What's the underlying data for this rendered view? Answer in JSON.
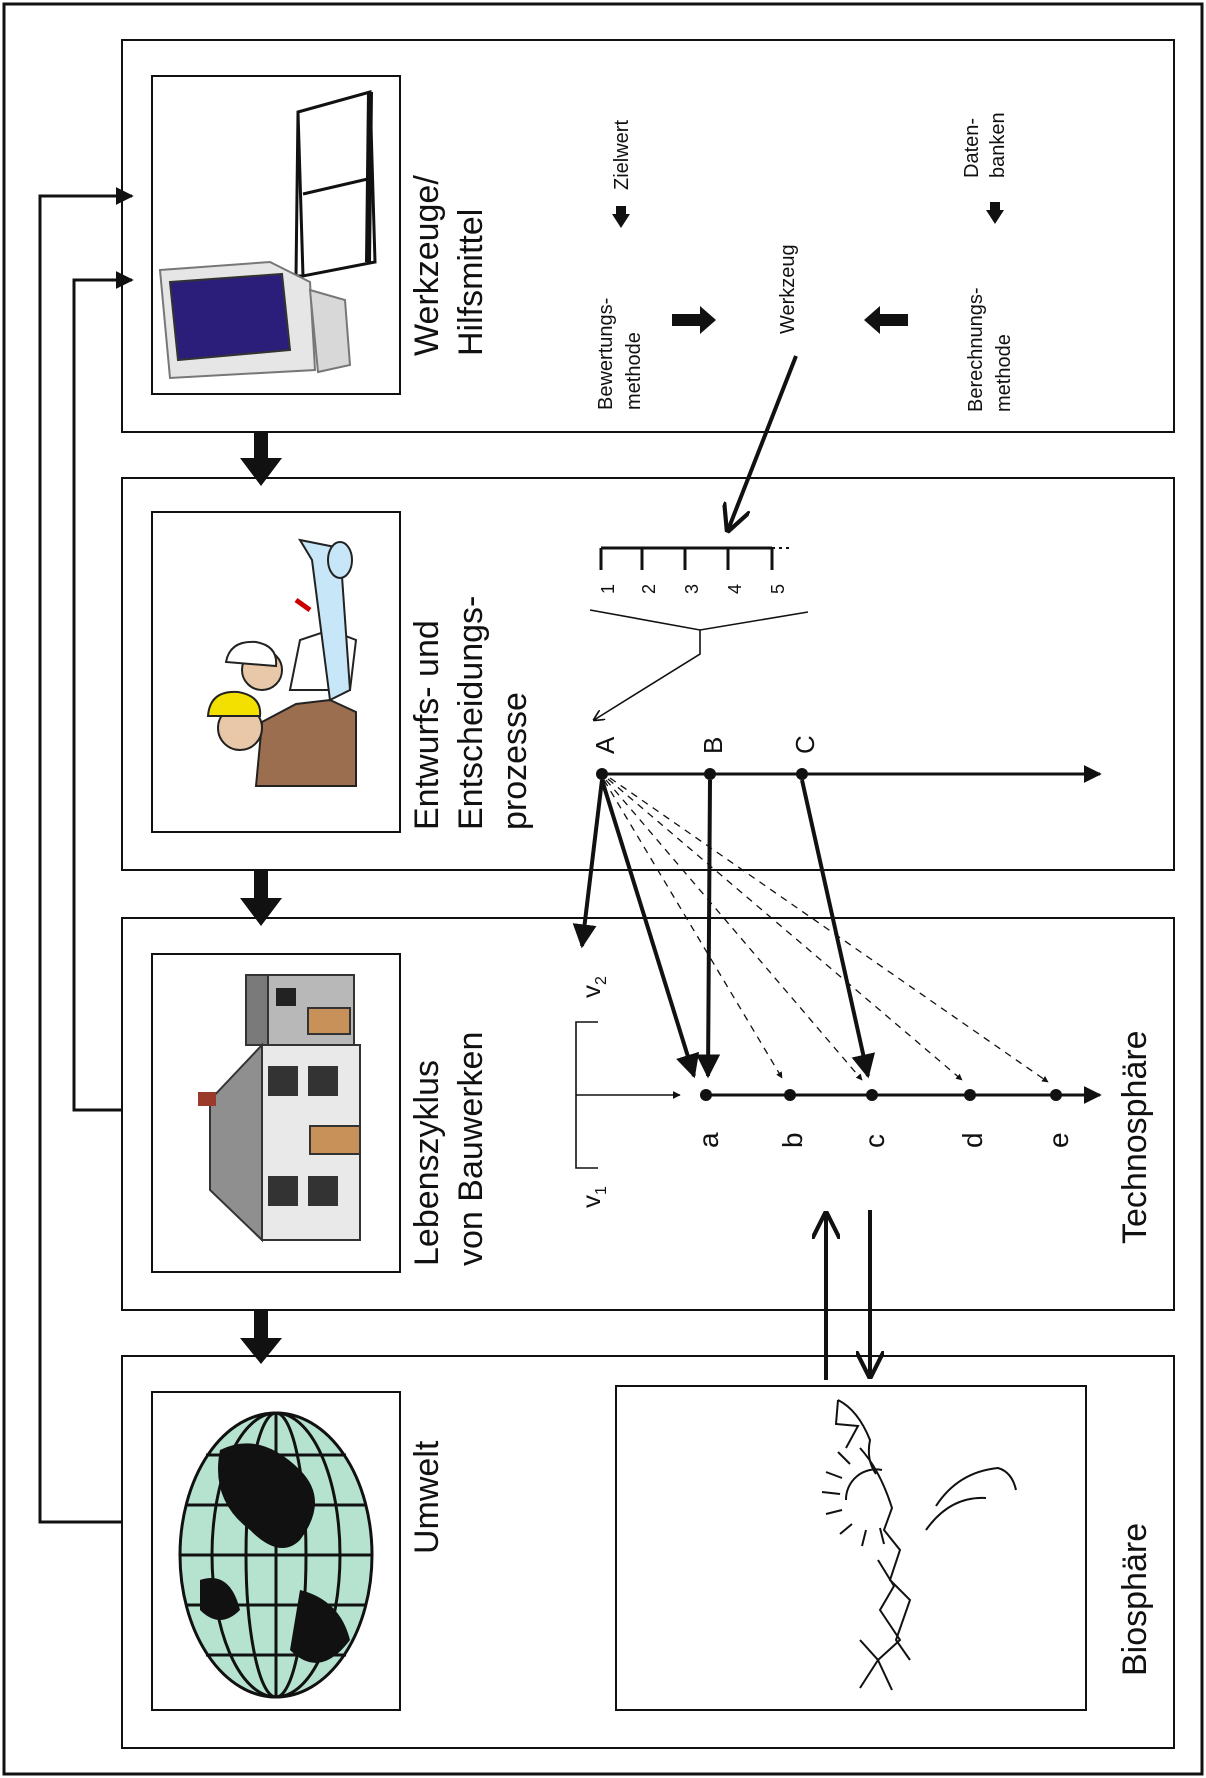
{
  "panels": {
    "werkzeuge": {
      "title_line1": "Werkzeuge/",
      "title_line2": "Hilfsmittel"
    },
    "entwurf": {
      "title_line1": "Entwurfs- und",
      "title_line2": "Entscheidungs-",
      "title_line3": "prozesse"
    },
    "lebenszyklus": {
      "title_line1": "Lebenszyklus",
      "title_line2": "von Bauwerken"
    },
    "umwelt": {
      "title_line1": "Umwelt"
    }
  },
  "tools": {
    "zielwert": "Zielwert",
    "datenbanken_line1": "Daten-",
    "datenbanken_line2": "banken",
    "bewertung_line1": "Bewertungs-",
    "bewertung_line2": "methode",
    "werkzeug": "Werkzeug",
    "berechnung_line1": "Berechnungs-",
    "berechnung_line2": "methode"
  },
  "scale": {
    "ticks": [
      "1",
      "2",
      "3",
      "4",
      "5"
    ]
  },
  "decisions": {
    "alternatives": [
      "A",
      "B",
      "C"
    ]
  },
  "lifecycle": {
    "variants": [
      "a",
      "b",
      "c",
      "d",
      "e"
    ],
    "v1": "v",
    "v1_sub": "1",
    "v2": "v",
    "v2_sub": "2",
    "technosphaere": "Technosphäre"
  },
  "biosphaere": "Biosphäre",
  "colors": {
    "monitor_screen": "#2b1d7a",
    "globe_sea": "#b5e3cf",
    "house_wall": "#e9e9e9",
    "helmet": "#f3e000",
    "jacket": "#9a6e4e"
  }
}
